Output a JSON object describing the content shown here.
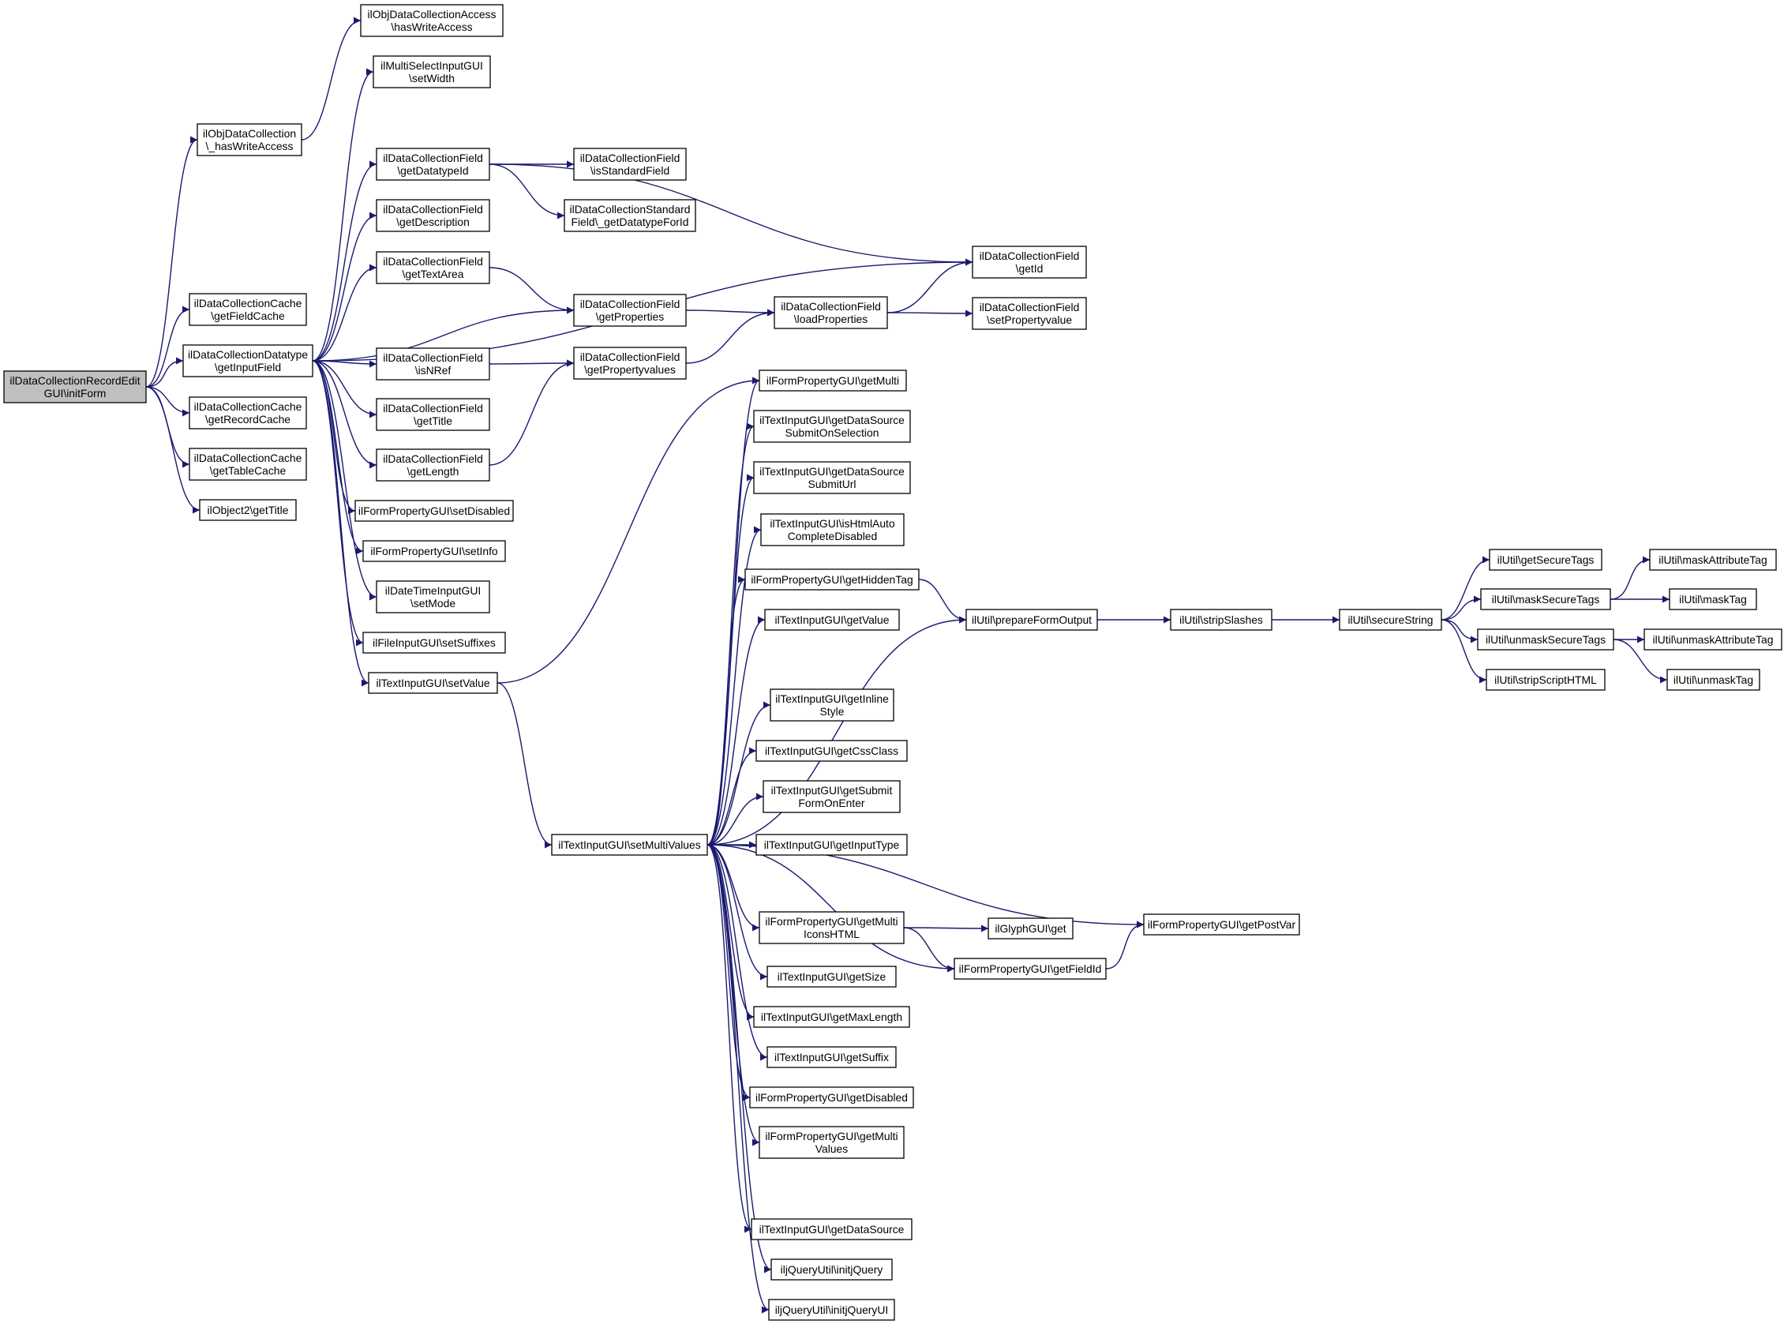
{
  "graph": {
    "edge_color": "#191970",
    "root_fill": "#bfbfbf",
    "nodes": [
      {
        "id": "root",
        "lines": [
          "ilDataCollectionRecordEdit",
          "GUI\\initForm"
        ]
      },
      {
        "id": "objHasWrite",
        "lines": [
          "ilObjDataCollection",
          "\\_hasWriteAccess"
        ]
      },
      {
        "id": "objAccessHasWrite",
        "lines": [
          "ilObjDataCollectionAccess",
          "\\hasWriteAccess"
        ]
      },
      {
        "id": "getFieldCache",
        "lines": [
          "ilDataCollectionCache",
          "\\getFieldCache"
        ]
      },
      {
        "id": "getInputField",
        "lines": [
          "ilDataCollectionDatatype",
          "\\getInputField"
        ]
      },
      {
        "id": "getRecordCache",
        "lines": [
          "ilDataCollectionCache",
          "\\getRecordCache"
        ]
      },
      {
        "id": "getTableCache",
        "lines": [
          "ilDataCollectionCache",
          "\\getTableCache"
        ]
      },
      {
        "id": "obj2GetTitle",
        "lines": [
          "ilObject2\\getTitle"
        ]
      },
      {
        "id": "msSetWidth",
        "lines": [
          "ilMultiSelectInputGUI",
          "\\setWidth"
        ]
      },
      {
        "id": "getDatatypeId",
        "lines": [
          "ilDataCollectionField",
          "\\getDatatypeId"
        ]
      },
      {
        "id": "getDescription",
        "lines": [
          "ilDataCollectionField",
          "\\getDescription"
        ]
      },
      {
        "id": "getTextArea",
        "lines": [
          "ilDataCollectionField",
          "\\getTextArea"
        ]
      },
      {
        "id": "isNRef",
        "lines": [
          "ilDataCollectionField",
          "\\isNRef"
        ]
      },
      {
        "id": "fieldGetTitle",
        "lines": [
          "ilDataCollectionField",
          "\\getTitle"
        ]
      },
      {
        "id": "getLength",
        "lines": [
          "ilDataCollectionField",
          "\\getLength"
        ]
      },
      {
        "id": "setDisabled",
        "lines": [
          "ilFormPropertyGUI\\setDisabled"
        ]
      },
      {
        "id": "setInfo",
        "lines": [
          "ilFormPropertyGUI\\setInfo"
        ]
      },
      {
        "id": "dtSetMode",
        "lines": [
          "ilDateTimeInputGUI",
          "\\setMode"
        ]
      },
      {
        "id": "setSuffixes",
        "lines": [
          "ilFileInputGUI\\setSuffixes"
        ]
      },
      {
        "id": "setValue",
        "lines": [
          "ilTextInputGUI\\setValue"
        ]
      },
      {
        "id": "isStandardField",
        "lines": [
          "ilDataCollectionField",
          "\\isStandardField"
        ]
      },
      {
        "id": "getDatatypeForId",
        "lines": [
          "ilDataCollectionStandard",
          "Field\\_getDatatypeForId"
        ]
      },
      {
        "id": "getProperties",
        "lines": [
          "ilDataCollectionField",
          "\\getProperties"
        ]
      },
      {
        "id": "getPropertyvalues",
        "lines": [
          "ilDataCollectionField",
          "\\getPropertyvalues"
        ]
      },
      {
        "id": "loadProperties",
        "lines": [
          "ilDataCollectionField",
          "\\loadProperties"
        ]
      },
      {
        "id": "getId",
        "lines": [
          "ilDataCollectionField",
          "\\getId"
        ]
      },
      {
        "id": "setPropertyvalue",
        "lines": [
          "ilDataCollectionField",
          "\\setPropertyvalue"
        ]
      },
      {
        "id": "setMultiValues",
        "lines": [
          "ilTextInputGUI\\setMultiValues"
        ]
      },
      {
        "id": "getMulti",
        "lines": [
          "ilFormPropertyGUI\\getMulti"
        ]
      },
      {
        "id": "dsSubmitOnSel",
        "lines": [
          "ilTextInputGUI\\getDataSource",
          "SubmitOnSelection"
        ]
      },
      {
        "id": "dsSubmitUrl",
        "lines": [
          "ilTextInputGUI\\getDataSource",
          "SubmitUrl"
        ]
      },
      {
        "id": "isHtmlAuto",
        "lines": [
          "ilTextInputGUI\\isHtmlAuto",
          "CompleteDisabled"
        ]
      },
      {
        "id": "getHiddenTag",
        "lines": [
          "ilFormPropertyGUI\\getHiddenTag"
        ]
      },
      {
        "id": "getValue",
        "lines": [
          "ilTextInputGUI\\getValue"
        ]
      },
      {
        "id": "getInlineStyle",
        "lines": [
          "ilTextInputGUI\\getInline",
          "Style"
        ]
      },
      {
        "id": "getCssClass",
        "lines": [
          "ilTextInputGUI\\getCssClass"
        ]
      },
      {
        "id": "getSubmitFormOnEnter",
        "lines": [
          "ilTextInputGUI\\getSubmit",
          "FormOnEnter"
        ]
      },
      {
        "id": "getInputType",
        "lines": [
          "ilTextInputGUI\\getInputType"
        ]
      },
      {
        "id": "getMultiIconsHTML",
        "lines": [
          "ilFormPropertyGUI\\getMulti",
          "IconsHTML"
        ]
      },
      {
        "id": "getSize",
        "lines": [
          "ilTextInputGUI\\getSize"
        ]
      },
      {
        "id": "getMaxLength",
        "lines": [
          "ilTextInputGUI\\getMaxLength"
        ]
      },
      {
        "id": "getSuffix",
        "lines": [
          "ilTextInputGUI\\getSuffix"
        ]
      },
      {
        "id": "getDisabled",
        "lines": [
          "ilFormPropertyGUI\\getDisabled"
        ]
      },
      {
        "id": "getMultiValues",
        "lines": [
          "ilFormPropertyGUI\\getMulti",
          "Values"
        ]
      },
      {
        "id": "getDataSource",
        "lines": [
          "ilTextInputGUI\\getDataSource"
        ]
      },
      {
        "id": "initjQuery",
        "lines": [
          "iljQueryUtil\\initjQuery"
        ]
      },
      {
        "id": "initjQueryUI",
        "lines": [
          "iljQueryUtil\\initjQueryUI"
        ]
      },
      {
        "id": "prepareFormOutput",
        "lines": [
          "ilUtil\\prepareFormOutput"
        ]
      },
      {
        "id": "stripSlashes",
        "lines": [
          "ilUtil\\stripSlashes"
        ]
      },
      {
        "id": "secureString",
        "lines": [
          "ilUtil\\secureString"
        ]
      },
      {
        "id": "getSecureTags",
        "lines": [
          "ilUtil\\getSecureTags"
        ]
      },
      {
        "id": "maskSecureTags",
        "lines": [
          "ilUtil\\maskSecureTags"
        ]
      },
      {
        "id": "unmaskSecureTags",
        "lines": [
          "ilUtil\\unmaskSecureTags"
        ]
      },
      {
        "id": "stripScriptHTML",
        "lines": [
          "ilUtil\\stripScriptHTML"
        ]
      },
      {
        "id": "maskAttributeTag",
        "lines": [
          "ilUtil\\maskAttributeTag"
        ]
      },
      {
        "id": "maskTag",
        "lines": [
          "ilUtil\\maskTag"
        ]
      },
      {
        "id": "unmaskAttributeTag",
        "lines": [
          "ilUtil\\unmaskAttributeTag"
        ]
      },
      {
        "id": "unmaskTag",
        "lines": [
          "ilUtil\\unmaskTag"
        ]
      },
      {
        "id": "glyphGet",
        "lines": [
          "ilGlyphGUI\\get"
        ]
      },
      {
        "id": "getFieldId",
        "lines": [
          "ilFormPropertyGUI\\getFieldId"
        ]
      },
      {
        "id": "getPostVar",
        "lines": [
          "ilFormPropertyGUI\\getPostVar"
        ]
      }
    ],
    "edges": [
      [
        "root",
        "objHasWrite"
      ],
      [
        "root",
        "getFieldCache"
      ],
      [
        "root",
        "getInputField"
      ],
      [
        "root",
        "getRecordCache"
      ],
      [
        "root",
        "getTableCache"
      ],
      [
        "root",
        "obj2GetTitle"
      ],
      [
        "objHasWrite",
        "objAccessHasWrite"
      ],
      [
        "getInputField",
        "msSetWidth"
      ],
      [
        "getInputField",
        "getDatatypeId"
      ],
      [
        "getInputField",
        "getDescription"
      ],
      [
        "getInputField",
        "getTextArea"
      ],
      [
        "getInputField",
        "getProperties"
      ],
      [
        "getInputField",
        "isNRef"
      ],
      [
        "getInputField",
        "fieldGetTitle"
      ],
      [
        "getInputField",
        "getLength"
      ],
      [
        "getInputField",
        "setDisabled"
      ],
      [
        "getInputField",
        "setInfo"
      ],
      [
        "getInputField",
        "dtSetMode"
      ],
      [
        "getInputField",
        "setSuffixes"
      ],
      [
        "getInputField",
        "setValue"
      ],
      [
        "getInputField",
        "getId"
      ],
      [
        "getDatatypeId",
        "isStandardField"
      ],
      [
        "getDatatypeId",
        "getDatatypeForId"
      ],
      [
        "getDatatypeId",
        "getId"
      ],
      [
        "getTextArea",
        "getProperties"
      ],
      [
        "isNRef",
        "getPropertyvalues"
      ],
      [
        "getLength",
        "getPropertyvalues"
      ],
      [
        "getProperties",
        "loadProperties"
      ],
      [
        "getPropertyvalues",
        "loadProperties"
      ],
      [
        "loadProperties",
        "getId"
      ],
      [
        "loadProperties",
        "setPropertyvalue"
      ],
      [
        "setValue",
        "getMulti"
      ],
      [
        "setValue",
        "setMultiValues"
      ],
      [
        "setMultiValues",
        "getMulti"
      ],
      [
        "setMultiValues",
        "dsSubmitOnSel"
      ],
      [
        "setMultiValues",
        "dsSubmitUrl"
      ],
      [
        "setMultiValues",
        "isHtmlAuto"
      ],
      [
        "setMultiValues",
        "getHiddenTag"
      ],
      [
        "setMultiValues",
        "getValue"
      ],
      [
        "setMultiValues",
        "prepareFormOutput"
      ],
      [
        "setMultiValues",
        "getInlineStyle"
      ],
      [
        "setMultiValues",
        "getCssClass"
      ],
      [
        "setMultiValues",
        "getSubmitFormOnEnter"
      ],
      [
        "setMultiValues",
        "getInputType"
      ],
      [
        "setMultiValues",
        "getPostVar"
      ],
      [
        "setMultiValues",
        "getMultiIconsHTML"
      ],
      [
        "setMultiValues",
        "getSize"
      ],
      [
        "setMultiValues",
        "getMaxLength"
      ],
      [
        "setMultiValues",
        "getSuffix"
      ],
      [
        "setMultiValues",
        "getDisabled"
      ],
      [
        "setMultiValues",
        "getMultiValues"
      ],
      [
        "setMultiValues",
        "getFieldId"
      ],
      [
        "setMultiValues",
        "getDataSource"
      ],
      [
        "setMultiValues",
        "initjQuery"
      ],
      [
        "setMultiValues",
        "initjQueryUI"
      ],
      [
        "getHiddenTag",
        "prepareFormOutput"
      ],
      [
        "prepareFormOutput",
        "stripSlashes"
      ],
      [
        "stripSlashes",
        "secureString"
      ],
      [
        "secureString",
        "getSecureTags"
      ],
      [
        "secureString",
        "maskSecureTags"
      ],
      [
        "secureString",
        "unmaskSecureTags"
      ],
      [
        "secureString",
        "stripScriptHTML"
      ],
      [
        "maskSecureTags",
        "maskAttributeTag"
      ],
      [
        "maskSecureTags",
        "maskTag"
      ],
      [
        "unmaskSecureTags",
        "unmaskAttributeTag"
      ],
      [
        "unmaskSecureTags",
        "unmaskTag"
      ],
      [
        "getMultiIconsHTML",
        "glyphGet"
      ],
      [
        "getMultiIconsHTML",
        "getFieldId"
      ],
      [
        "getFieldId",
        "getPostVar"
      ]
    ]
  }
}
